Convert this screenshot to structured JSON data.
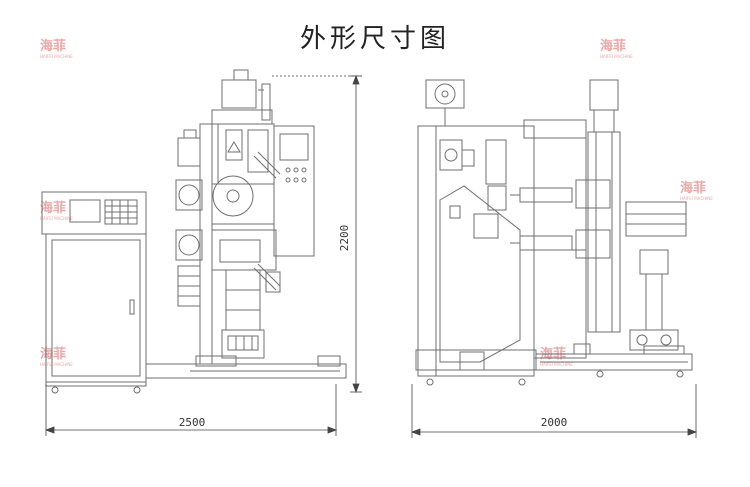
{
  "title": "外形尺寸图",
  "watermark": {
    "text": "海菲",
    "sub": "HAIFEI MACHINE",
    "color": "#e8a9a9"
  },
  "dimensions": {
    "front_width": "2500",
    "height": "2200",
    "side_width": "2000"
  },
  "colors": {
    "line": "#6f6f6f",
    "dim": "#333333",
    "text": "#222222"
  }
}
